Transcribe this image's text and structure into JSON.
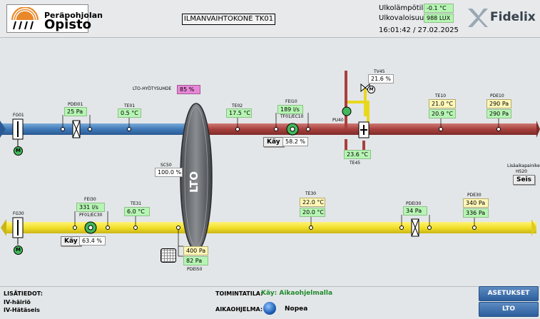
{
  "logo": {
    "line1": "Peräpohjolan",
    "line2": "Opisto"
  },
  "title": "ILMANVAIHTOKONE TK01",
  "outdoor": {
    "temp_label": "Ulkolämpötila:",
    "temp_value": "-0.1 °C",
    "light_label": "Ulkovaloisuus:",
    "light_value": "988 LUX",
    "datetime": "16:01:42 /  27.02.2025"
  },
  "brand": "Fidelix",
  "lto_label": "LTO-HYÖTYSUHDE",
  "lto_value": "85 %",
  "supply": {
    "fg01": "FG01",
    "pdei01_tag": "PDEI01",
    "pdei01_value": "25 Pa",
    "te01_tag": "TE01",
    "te01_value": "0.5 °C",
    "te02_tag": "TE02",
    "te02_value": "17.5 °C",
    "fei10_tag": "FEI10",
    "fei10_value": "189 l/s",
    "tf01_tag": "TF01/EC10",
    "fan_status": "Käy",
    "fan_speed": "58.2 %",
    "tv45_tag": "TV45",
    "tv45_value": "21.6 %",
    "pu40_tag": "PU40",
    "te45_value": "23.6 °C",
    "te45_tag": "TE45",
    "te10_tag": "TE10",
    "te10_set": "21.0 °C",
    "te10_value": "20.9 °C",
    "pde10_tag": "PDE10",
    "pde10_set": "290 Pa",
    "pde10_value": "290 Pa"
  },
  "exhaust": {
    "fg30": "FG30",
    "fei30_tag": "FEI30",
    "fei30_value": "331 l/s",
    "pf01_tag": "PF01/EC30",
    "fan_status": "Käy",
    "fan_speed": "63.4 %",
    "te31_tag": "TE31",
    "te31_value": "6.0 °C",
    "te30_tag": "TE30",
    "te30_set": "22.0 °C",
    "te30_value": "20.0 °C",
    "pdei30_tag": "PDEI30",
    "pdei30_value": "34 Pa",
    "pde30_tag": "PDE30",
    "pde30_set": "340 Pa",
    "pde30_value": "336 Pa",
    "pdei50_set": "400 Pa",
    "pdei50_value": "82 Pa",
    "pdei50_tag": "PDEI50"
  },
  "wheel": {
    "label": "LTO",
    "sc50_tag": "SC50",
    "sc50_value": "100.0 %"
  },
  "extra_button": {
    "label1": "Lisäaikapainike",
    "label2": "HS20",
    "button": "Seis"
  },
  "motor_symbol": "M",
  "footer": {
    "lisatiedot": "LISÄTIEDOT:",
    "ivhairio": "IV-häiriö",
    "ivhataseis": "IV-Hätäseis",
    "toimintatila_label": "TOIMINTATILA:",
    "toimintatila_value": "Käy: Aikaohjelmalla",
    "aikaohjelma_label": "AIKAOHJELMA:",
    "aikaohjelma_value": "Nopea",
    "btn_asetukset": "ASETUKSET",
    "btn_lto": "LTO"
  }
}
